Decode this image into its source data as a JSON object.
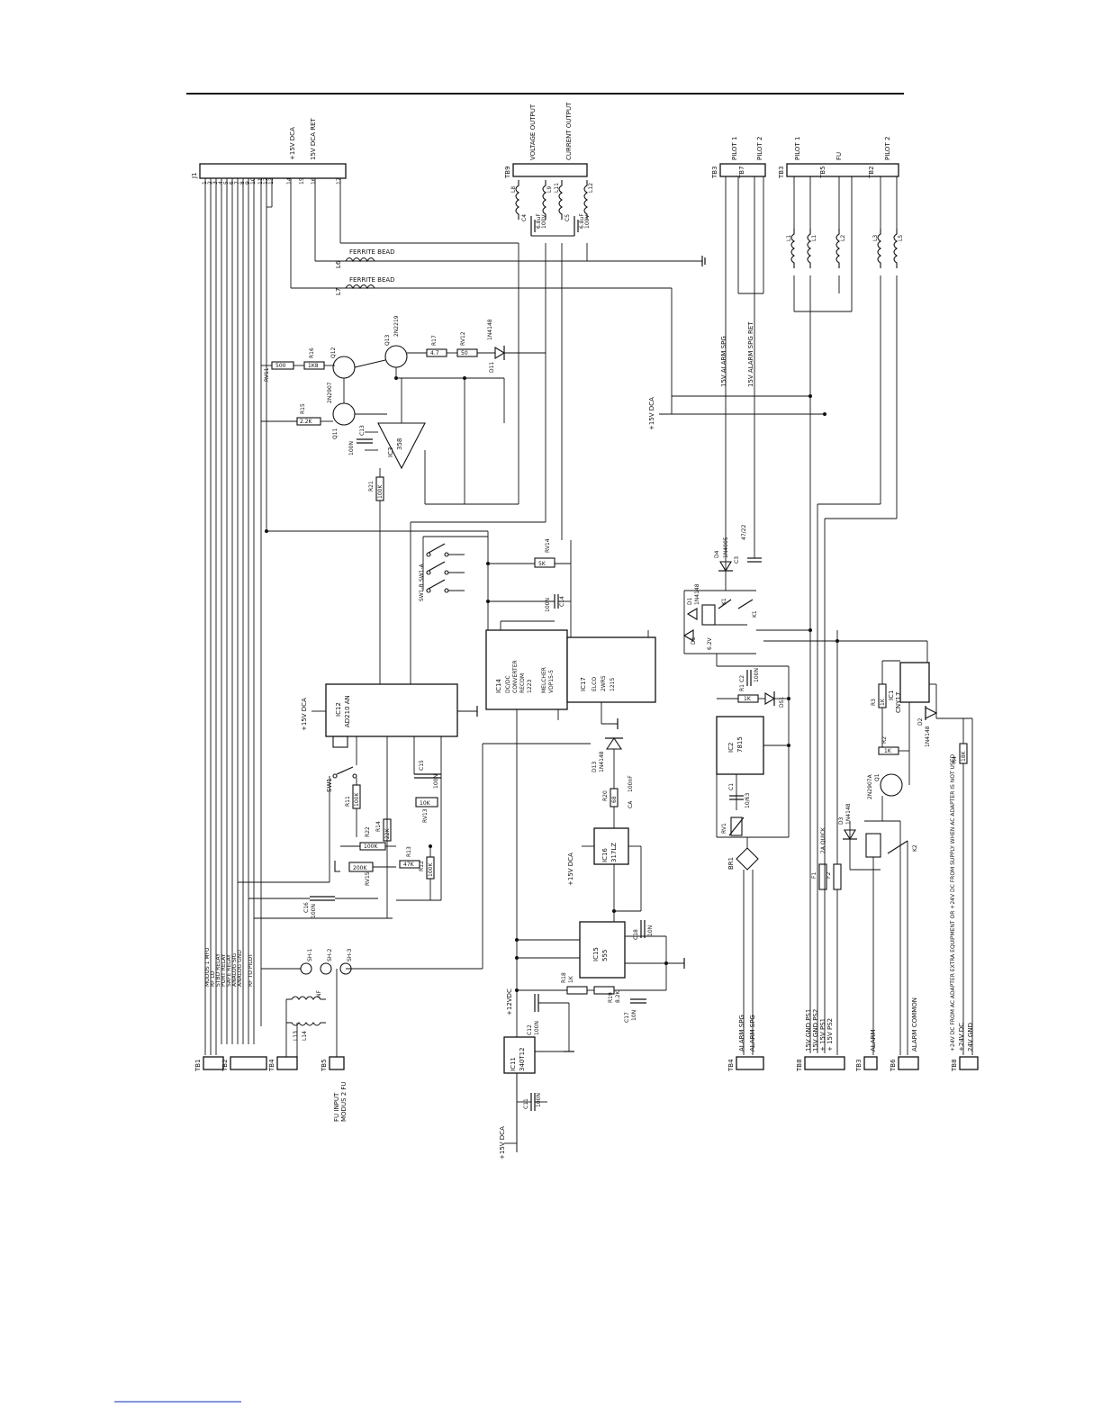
{
  "connectors": {
    "j1": "J1",
    "j1_supply": "+15V DCA",
    "j1_return": "15V DCA RET",
    "j1_pins_top": [
      "1",
      "2",
      "3",
      "4",
      "5",
      "6",
      "7",
      "8",
      "9",
      "10",
      "11",
      "12",
      "13",
      "14",
      "15",
      "16",
      "17"
    ],
    "tb9": "TB9",
    "voltage_output": "VOLTAGE OUTPUT",
    "current_output": "CURRENT OUTPUT",
    "tb3": "TB3",
    "tb7": "TB7",
    "tb5": "TB5",
    "tb2": "TB2",
    "pilot1": "PILOT 1",
    "pilot2": "PILOT 2",
    "fu": "FU",
    "tb1": "TB1",
    "tb4": "TB4",
    "tb8": "TB8",
    "tb6": "TB6"
  },
  "signals_left": [
    "MODUS 1 MFU",
    "RF LO",
    "STBD RELAY",
    "PORT RELAY",
    "SAFE RELAY",
    "ANALOG SIG",
    "ANALOG GND",
    "RF TO PILOT"
  ],
  "fu_input": "FU INPUT",
  "fu_input_sub": "MODUS 2 FU",
  "ferrite_bead": "FERRITE BEAD",
  "l6": "L6",
  "l7": "L7",
  "nf": "NF",
  "l13": "L13",
  "l14": "L14",
  "components": {
    "q13": "Q13",
    "q13_type": "2N2219",
    "q12": "Q12",
    "q12_type": "2N2907",
    "q11": "Q11",
    "ic3": "IC3",
    "ic3_type": "358",
    "r16": "R16",
    "r16_val": "1K8",
    "rv11": "RV11",
    "rv11_val": "500",
    "r15": "R15",
    "r15_val": "2.2K",
    "r17": "R17",
    "r17_val": "4.7",
    "rv12": "RV12",
    "rv12_val": "50",
    "d11": "D11",
    "d11_type": "1N4148",
    "r21": "R21",
    "r21_val": "100K",
    "c13": "C13",
    "c13_val": "100N",
    "plus15v": "+15V DCA",
    "ic12": "IC12",
    "ic12_type": "AD210 AN",
    "ic14": "IC14",
    "ic14_lines": [
      "DC/DC",
      "CONVERTER",
      "RECOM",
      "1223"
    ],
    "ic14_lines2": [
      "MELCHER",
      "VDP15-5"
    ],
    "ic17": "IC17",
    "ic17_lines": [
      "ELCO",
      "2WR5",
      "1215"
    ],
    "c14": "C14",
    "c14_val": "100N",
    "sw1a": "SW1-A",
    "sw1b": "SW1-B",
    "rv14": "RV14",
    "rv14_val": "5K",
    "sw1": "SW1",
    "r11": "R11",
    "r11_val": "100K",
    "r22": "R22",
    "r22_val": "100K",
    "r14": "R14",
    "r14_val": "22K",
    "rv15": "RV15",
    "rv15_val": "200K",
    "r13": "R13",
    "r13_val": "47K",
    "r12": "R12",
    "r12_val": "100K",
    "c15": "C15",
    "c15_val": "100N",
    "rv13": "RV13",
    "rv13_val": "10K",
    "c16": "C16",
    "c16_val": "100N",
    "d13": "D13",
    "d13_type": "1N4148",
    "r20": "R20",
    "r20_val": "68",
    "ca": "CA",
    "ca_val": "100nF",
    "ic16": "IC16",
    "ic16_type": "317LZ",
    "ic15": "IC15",
    "ic15_type": "555",
    "c18": "C18",
    "c18_val": "10N",
    "r18": "R18",
    "r18_val": "1K",
    "r19": "R19",
    "r19_val": "8.2K",
    "c17": "C17",
    "c17_val": "10N",
    "c12": "C12",
    "c12_val": "100N",
    "v12": "+12VDC",
    "ic11": "IC11",
    "ic11_type": "340T12",
    "c11": "C11",
    "c11_val": "100N",
    "sh1": "SH-1",
    "sh2": "SH-2",
    "sh3": "SH-3",
    "c4": "C4",
    "c5": "C5",
    "cap_val": "6.8uF",
    "cap_volt": "100V",
    "l8": "L8",
    "l9": "L9",
    "l11": "L11",
    "l12": "L12"
  },
  "alarm": {
    "alarm_spg": "15V ALARM SPG",
    "alarm_spg_ret": "15V ALARM SPG RET",
    "d4": "D4",
    "d4_type": "1N4005",
    "c3": "C3",
    "c3_val": "47/22",
    "d1": "D1",
    "d1_type": "1N4148",
    "k1": "K1",
    "d5": "D5",
    "d5_val": "6.2V",
    "c2": "C2",
    "c2_val": "100N",
    "r1": "R1",
    "r1_val": "1K",
    "ds1": "DS1",
    "ic2": "IC2",
    "ic2_type": "7815",
    "c1": "C1",
    "c1_val": "10/63",
    "ic1": "IC1",
    "ic1_type": "CNY17",
    "r3": "R3",
    "r3_val": "1K",
    "r2": "R2",
    "r2_val": "1K",
    "q1": "Q1",
    "q1_type": "2N2907A",
    "d2": "D2",
    "d2_type": "1N4148",
    "r4": "R4",
    "r4_val": "18K",
    "d3": "D3",
    "d3_type": "1N4148",
    "k2": "K2",
    "br1": "BR1",
    "rv1": "RV1",
    "f1": "F1",
    "f2": "F2",
    "f_val": "2A QUICK",
    "l1": "L1",
    "l2": "L2",
    "l3": "L3",
    "l5": "L5"
  },
  "bottom_right": {
    "alarm_spg_1": "ALARM SPG",
    "alarm_spg_2": "ALARM SPG",
    "ps_lines": [
      "15V GND PS1",
      "15V GND PS2",
      "+ 15V PS1",
      "+ 15V PS2"
    ],
    "alarm": "ALARM",
    "alarm_common": "ALARM COMMON",
    "supply_note": "+24V DC FROM AC ADAPTER EXTRA EQUIPMENT OR +24V DC FROM SUPPLY    WHEN AC ADAPTER IS NOT USED",
    "v24": "+24V DC",
    "v24_gnd": "24V GND"
  }
}
